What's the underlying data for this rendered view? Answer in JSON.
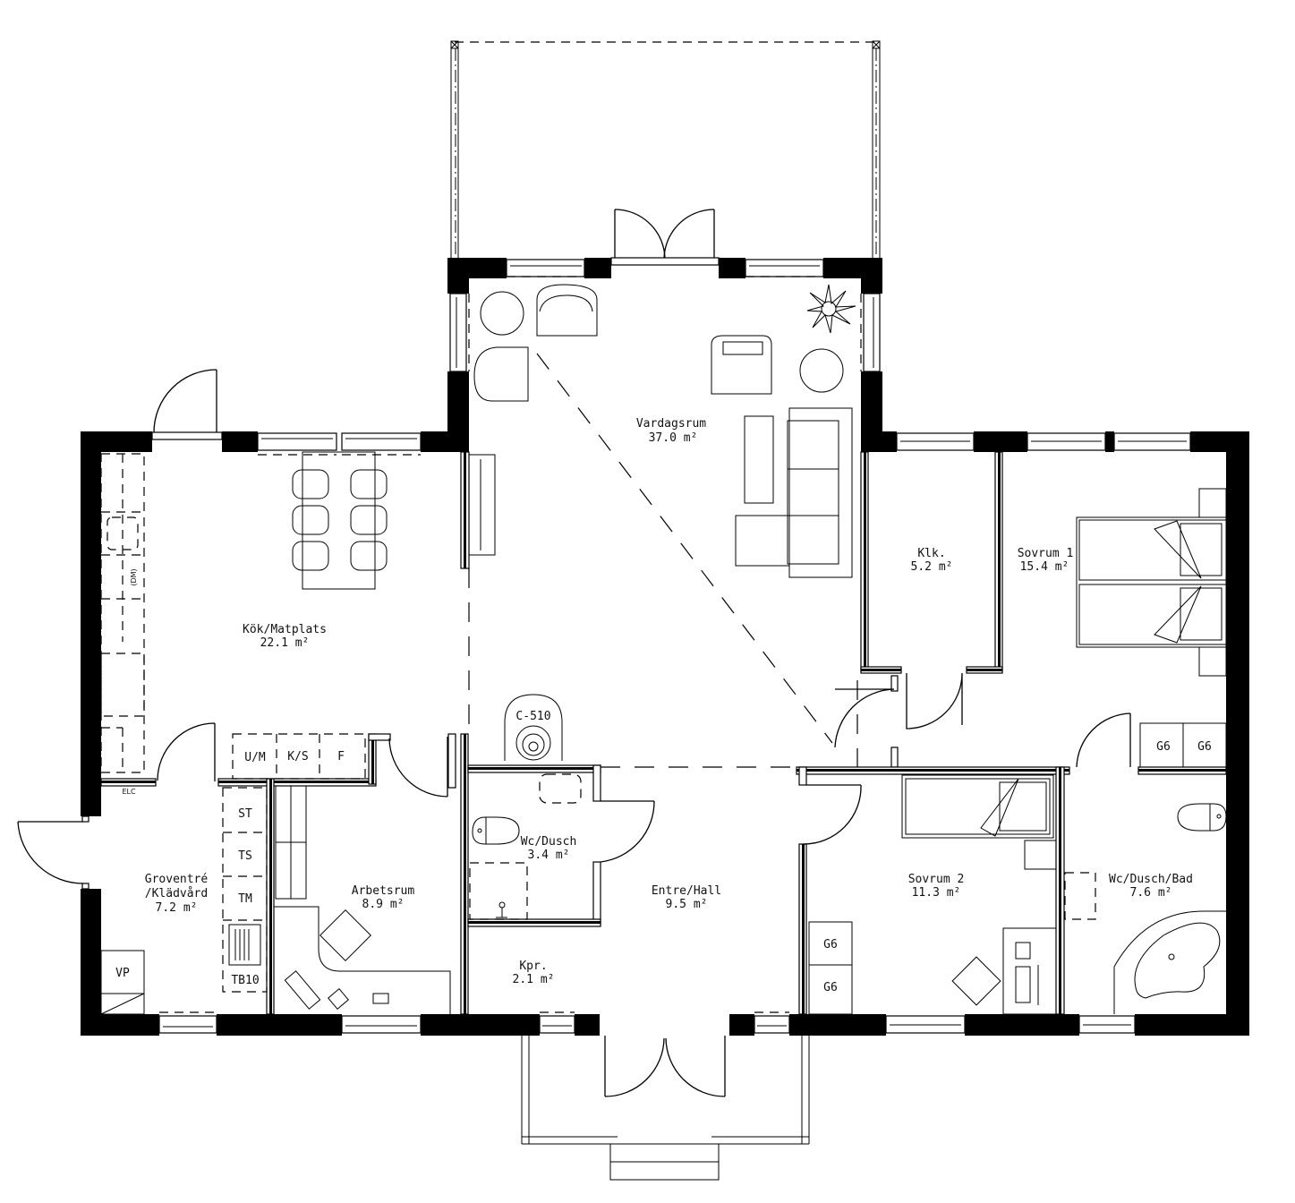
{
  "plan": {
    "rooms": [
      {
        "name": "Vardagsrum",
        "area": "37.0 m²"
      },
      {
        "name": "Kök/Matplats",
        "area": "22.1 m²"
      },
      {
        "name": "Klk.",
        "area": "5.2 m²"
      },
      {
        "name": "Sovrum 1",
        "area": "15.4 m²"
      },
      {
        "name": "Groventré",
        "name2": "/Klädvård",
        "area": "7.2 m²"
      },
      {
        "name": "Arbetsrum",
        "area": "8.9 m²"
      },
      {
        "name": "Wc/Dusch",
        "area": "3.4 m²"
      },
      {
        "name": "Entre/Hall",
        "area": "9.5 m²"
      },
      {
        "name": "Kpr.",
        "area": "2.1 m²"
      },
      {
        "name": "Sovrum 2",
        "area": "11.3 m²"
      },
      {
        "name": "Wc/Dusch/Bad",
        "area": "7.6 m²"
      }
    ],
    "fixtures": {
      "kitchen_cabinets": [
        "U/M",
        "K/S",
        "F"
      ],
      "laundry_cabinets": [
        "ST",
        "TS",
        "TM",
        "TB10"
      ],
      "dishwasher": "(DM)",
      "electric_panel": "ELC",
      "heat_pump": "VP",
      "stove": "C-510",
      "wardrobe_sovrum1": [
        "G6",
        "G6"
      ],
      "wardrobe_sovrum2": [
        "G6",
        "G6"
      ]
    }
  }
}
